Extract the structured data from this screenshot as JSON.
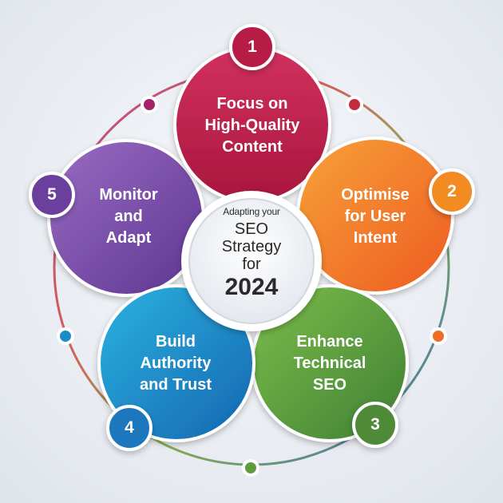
{
  "center": {
    "intro": "Adapting your",
    "line1": "SEO",
    "line2": "Strategy",
    "line3": "for",
    "year": "2024"
  },
  "steps": [
    {
      "number": "1",
      "lines": [
        "Focus on",
        "High-Quality",
        "Content"
      ],
      "color": "#c8204f"
    },
    {
      "number": "2",
      "lines": [
        "Optimise",
        "for User",
        "Intent"
      ],
      "color": "#f47a24"
    },
    {
      "number": "3",
      "lines": [
        "Enhance",
        "Technical",
        "SEO"
      ],
      "color": "#5fa040"
    },
    {
      "number": "4",
      "lines": [
        "Build",
        "Authority",
        "and Trust"
      ],
      "color": "#1b8fc9"
    },
    {
      "number": "5",
      "lines": [
        "Monitor",
        "and",
        "Adapt"
      ],
      "color": "#7a4ea6"
    }
  ]
}
